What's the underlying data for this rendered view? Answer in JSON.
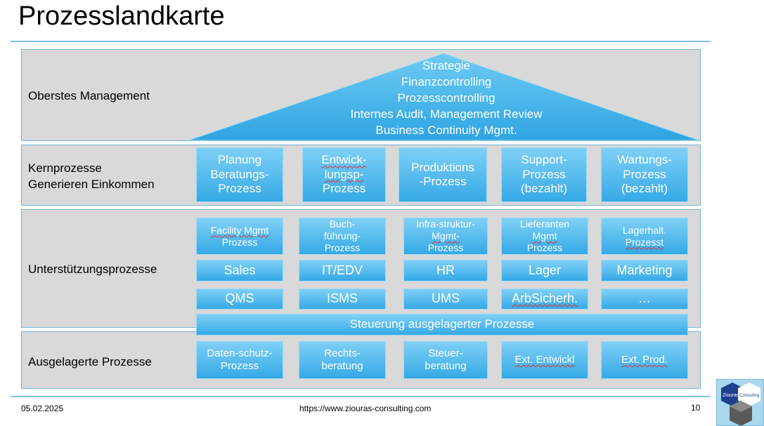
{
  "title": "Prozesslandkarte",
  "bands": {
    "management": {
      "label": "Oberstes Management"
    },
    "kern": {
      "label_line1": "Kernprozesse",
      "label_line2": "Generieren Einkommen"
    },
    "support": {
      "label": "Unterstützungsprozesse"
    },
    "outsourced": {
      "label": "Ausgelagerte Prozesse"
    }
  },
  "roof": {
    "lines": [
      "Strategie",
      "Finanzcontrolling",
      "Prozesscontrolling",
      "Internes Audit, Management Review",
      "Business Continuity Mgmt."
    ]
  },
  "kern_boxes": [
    {
      "l1": "Planung",
      "l2": "Beratungs-",
      "l3": "Prozess"
    },
    {
      "l1": "Entwick-",
      "l2": "lungsp-",
      "l3": "Prozess"
    },
    {
      "l1": "Produktions",
      "l2": "-Prozess"
    },
    {
      "l1": "Support-",
      "l2": "Prozess",
      "l3": "(bezahlt)"
    },
    {
      "l1": "Wartungs-",
      "l2": "Prozess",
      "l3": "(bezahlt)"
    }
  ],
  "support_row1": [
    {
      "l1": "Facility Mgmt",
      "l2": "Prozess"
    },
    {
      "l1": "Buch-",
      "l2": "führung-",
      "l3": "Prozess"
    },
    {
      "l1": "Infra-struktur-",
      "l2": "Mgmt-",
      "l3": "Prozess"
    },
    {
      "l1": "Lieferanten",
      "l2": "Mgmt",
      "l3": "Prozess"
    },
    {
      "l1": "Lagerhalt.",
      "l2": "Prozesst"
    }
  ],
  "support_row2": [
    "Sales",
    "IT/EDV",
    "HR",
    "Lager",
    "Marketing"
  ],
  "support_row3": [
    "QMS",
    "ISMS",
    "UMS",
    "ArbSicherh.",
    "…"
  ],
  "steuerung": "Steuerung ausgelagerter Prozesse",
  "outsourced_boxes": [
    {
      "l1": "Daten-schutz-",
      "l2": "Prozess"
    },
    {
      "l1": "Rechts-",
      "l2": "beratung"
    },
    {
      "l1": "Steuer-",
      "l2": "beratung"
    },
    {
      "l1": "Ext. Entwickl"
    },
    {
      "l1": "Ext. Prod."
    }
  ],
  "footer": {
    "date": "05.02.2025",
    "url": "https://www.ziouras-consulting.com",
    "page": "10"
  },
  "logo": {
    "text1": "Ziouras",
    "text2": "Consulting"
  },
  "colors": {
    "box_top": "#7fd0f6",
    "box_bottom": "#35a9e6",
    "band": "#d9d9d9",
    "rule": "#7fc4e4"
  }
}
